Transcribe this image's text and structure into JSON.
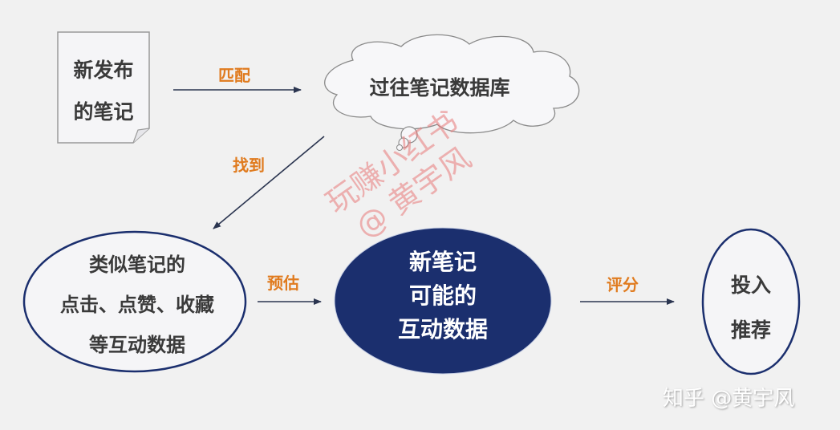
{
  "diagram": {
    "nodes": {
      "new_note": {
        "lines": [
          "新发布",
          "的笔记"
        ],
        "shape": "document"
      },
      "history_db": {
        "label": "过往笔记数据库",
        "shape": "cloud"
      },
      "similar_notes": {
        "lines": [
          "类似笔记的",
          "点击、点赞、收藏",
          "等互动数据"
        ],
        "shape": "ellipse"
      },
      "predicted": {
        "lines": [
          "新笔记",
          "可能的",
          "互动数据"
        ],
        "shape": "filled-ellipse"
      },
      "recommend": {
        "lines": [
          "投入",
          "推荐"
        ],
        "shape": "ellipse"
      }
    },
    "edges": [
      {
        "from": "new_note",
        "to": "history_db",
        "label": "匹配"
      },
      {
        "from": "history_db",
        "to": "similar_notes",
        "label": "找到"
      },
      {
        "from": "similar_notes",
        "to": "predicted",
        "label": "预估"
      },
      {
        "from": "predicted",
        "to": "recommend",
        "label": "评分"
      }
    ]
  },
  "watermark": {
    "lines": [
      "玩赚小红书",
      "@ 黄宇风"
    ]
  },
  "credit": "知乎 @黄宇风",
  "colors": {
    "background": "#f1f1f1",
    "navy": "#1b2f6e",
    "arrow": "#2b3550",
    "label_orange": "#e07b1f",
    "text_dark": "#3a3a3a",
    "watermark": "#e87878"
  }
}
